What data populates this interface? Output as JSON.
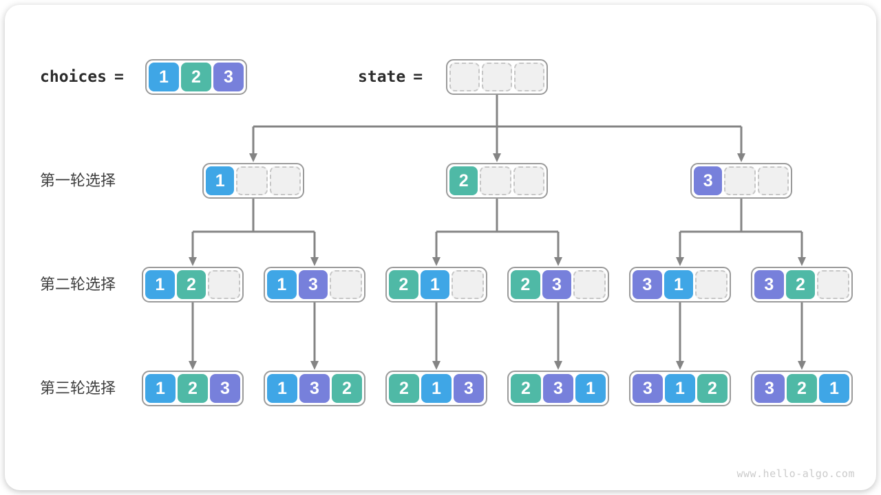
{
  "diagram": {
    "watermark": "www.hello-algo.com",
    "header": {
      "choices": {
        "label": "choices",
        "eq": "=",
        "values": [
          1,
          2,
          3
        ]
      },
      "state": {
        "label": "state",
        "eq": "=",
        "values": [
          null,
          null,
          null
        ]
      }
    },
    "rows": [
      {
        "label": "第一轮选择",
        "nodes": [
          [
            1,
            null,
            null
          ],
          [
            2,
            null,
            null
          ],
          [
            3,
            null,
            null
          ]
        ]
      },
      {
        "label": "第二轮选择",
        "nodes": [
          [
            1,
            2,
            null
          ],
          [
            1,
            3,
            null
          ],
          [
            2,
            1,
            null
          ],
          [
            2,
            3,
            null
          ],
          [
            3,
            1,
            null
          ],
          [
            3,
            2,
            null
          ]
        ]
      },
      {
        "label": "第三轮选择",
        "nodes": [
          [
            1,
            2,
            3
          ],
          [
            1,
            3,
            2
          ],
          [
            2,
            1,
            3
          ],
          [
            2,
            3,
            1
          ],
          [
            3,
            1,
            2
          ],
          [
            3,
            2,
            1
          ]
        ]
      }
    ],
    "colors": {
      "value_1": "#3fa6e6",
      "value_2": "#4fb9a6",
      "value_3": "#7780db",
      "empty_fill": "#f0f0f0",
      "empty_border": "#c6c6c6",
      "container_border": "#9a9a9a",
      "connector": "#848484",
      "label_text": "#3d3d3d",
      "header_text": "#2b2b2b",
      "watermark_text": "#cbcbcb"
    }
  }
}
